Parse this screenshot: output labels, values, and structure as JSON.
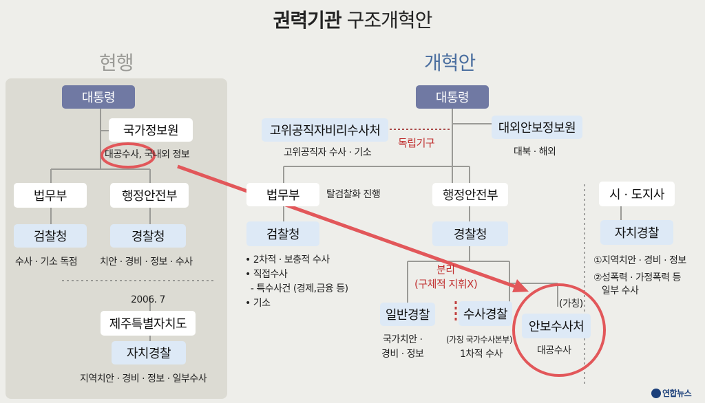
{
  "title": {
    "bold": "권력기관",
    "normal": "구조개혁안"
  },
  "current": {
    "heading": "현행",
    "president": "대통령",
    "nis": "국가정보원",
    "nis_note": "대공수사, 국내외 정보",
    "justice": "법무부",
    "interior": "행정안전부",
    "prosecution": "검찰청",
    "police": "경찰청",
    "prosecution_note": "수사 · 기소 독점",
    "police_note": "치안 · 경비 · 정보 · 수사",
    "date": "2006. 7",
    "jeju": "제주특별자치도",
    "autonomous_police": "자치경찰",
    "autonomous_note": "지역치안 · 경비 · 정보 · 일부수사"
  },
  "reform": {
    "heading": "개혁안",
    "president": "대통령",
    "cio": "고위공직자비리수사처",
    "independent": "독립기구",
    "cio_note": "고위공직자 수사 · 기소",
    "foreign_nis": "대외안보정보원",
    "foreign_note": "대북 · 해외",
    "justice": "법무부",
    "justice_note": "탈검찰화 진행",
    "interior": "행정안전부",
    "prosecution": "검찰청",
    "prosecution_notes": [
      "• 2차적 · 보충적 수사",
      "• 직접수사",
      "  - 특수사건 (경제,금융 등)",
      "• 기소"
    ],
    "police": "경찰청",
    "separation": [
      "분리",
      "(구체적 지휘X)"
    ],
    "general_police": "일반경찰",
    "general_note": [
      "국가치안 ·",
      "경비 · 정보"
    ],
    "investigative_police": "수사경찰",
    "investigative_note": [
      "(가칭 국가수사본부)",
      "1차적 수사"
    ],
    "tentative": "(가칭)",
    "security_agency": "안보수사처",
    "security_note": "대공수사",
    "governor": "시 · 도지사",
    "autonomous_police": "자치경찰",
    "autonomous_notes": [
      "①지역치안 · 경비 · 정보",
      "②성폭력 · 가정폭력 등",
      "   일부 수사"
    ]
  },
  "credit": "연합뉴스",
  "colors": {
    "accent_red": "#e2575a",
    "dark_blue": "#7079a3",
    "light_blue": "#dde9f6",
    "panel": "#dcdbd3"
  }
}
